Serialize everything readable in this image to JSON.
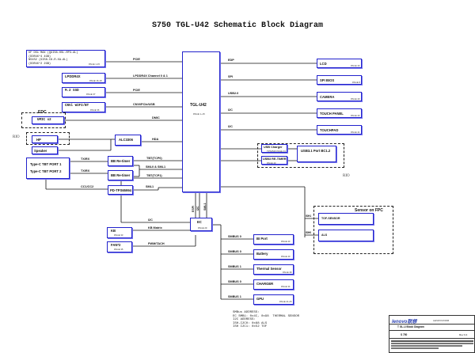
{
  "title": "S750  TGL-U42 Schematic Block Diagram",
  "cpu": {
    "label": "TGL-U42",
    "page": "PAGE 1~15"
  },
  "left_blocks": {
    "ssd_main": {
      "lines": [
        "UF DS1 MAX (QGIS8-0SL-RP3-AL)",
        "(DDR4X*4  4GB)",
        "NS4S2 (GIS8-C8-R-XA-AL)",
        "(DDR4X*2  2GB)"
      ],
      "page": "PAGE 1-15",
      "signal": "PCIE"
    },
    "lpddr": {
      "label": "LPDDR4X",
      "page": "PAGE 16-18",
      "signal": "LPDDR4X Channel 0 & 1"
    },
    "m2_ssd": {
      "label": "M.2 SSD",
      "page": "PAGE 37",
      "signal": "PCIE"
    },
    "wifi": {
      "label": "CNVi WIFI/BT",
      "page": "PAGE 36",
      "signal": "CNVi/PCIe/USB"
    },
    "emmc": {
      "label": "UMIC x2",
      "group": "EDC",
      "signal": "DMIC"
    },
    "hp": {
      "label": "HP",
      "group_side": "RIO"
    },
    "speaker": {
      "label": "Speaker"
    },
    "codec": {
      "label": "ALC3306",
      "signal": "HDA"
    },
    "typec": {
      "port1": "Type-C TBT PORT 1",
      "port2": "Type-C TBT PORT 2"
    },
    "retimer1": {
      "label": "BB Re-timer",
      "in_signal": "TX/RX",
      "out_signal": "TBT(TCP0)"
    },
    "retimer2": {
      "label": "BB Re-timer",
      "in_signal": "TX/RX",
      "out_signal": "TBT(TCP1)"
    },
    "sml_signal": "SML0 & SML1",
    "pd": {
      "label": "PD-TPS65994",
      "in_signal": "CC1/CC2",
      "out_signal": "SML1"
    }
  },
  "right_blocks": [
    {
      "label": "LCD",
      "page": "PAGE 40",
      "signal": "EDP"
    },
    {
      "label": "SPI BIOS",
      "page": "PAGE 8",
      "signal": "SPI"
    },
    {
      "label": "CAMERA",
      "page": "PAGE 40",
      "signal": "USB2.0"
    },
    {
      "label": "TOUCH PANEL",
      "page": "PAGE 40",
      "signal": "I2C"
    },
    {
      "label": "TOUCHPAD",
      "page": "PAGE 41",
      "signal": "I2C"
    }
  ],
  "usb": {
    "charger": {
      "label": "USB Charger",
      "sub": "TPS2546 PAGE 43"
    },
    "retimer": {
      "label": "USB3 RE-TIMER",
      "page": "PAGE 43"
    },
    "port": {
      "label": "USB3.1 Port BC1.2"
    },
    "side": "RIO"
  },
  "ec": {
    "label": "EC",
    "page": "PAGE 29",
    "cpu_links": [
      "ESPI",
      "I2C",
      "SML1"
    ],
    "i2c_signal": "I2C",
    "kb": {
      "label": "KB",
      "page": "PAGE 33",
      "signal": "KB Matrix"
    },
    "fan": {
      "label": "FAN*2",
      "page": "PAGE 35",
      "signal": "PWM/TACH"
    }
  },
  "smbus": [
    {
      "bus": "SMBUS 0",
      "label": "BI Port",
      "page": "PAGE 43"
    },
    {
      "bus": "SMBUS 0",
      "label": "Battery",
      "page": "PAGE 43"
    },
    {
      "bus": "SMBUS 1",
      "label": "Thermal Sensor",
      "page": "PAGE 38"
    },
    {
      "bus": "SMBUS 0",
      "label": "CHARGER",
      "page": "PAGE 34"
    },
    {
      "bus": "SMBUS 1",
      "label": "GPU",
      "page": "PAGE 21-26"
    }
  ],
  "sensor_group": {
    "title": "Sensor on FPC",
    "items": [
      {
        "label": "TOF-SENSOR",
        "bus": "ISH1"
      },
      {
        "label": "ALS",
        "bus": "ISH0"
      }
    ]
  },
  "notes": "SMBus ADDRESS:\nEC SMB1: 0x4C, 0x98  THERMAL SENSOR\nI2C ADDRESS:\nISH-I2C0: 0x88 ALS\nISH I2C1: 0x52 TOF",
  "title_block": {
    "brand": "lenovo联想",
    "company": "LENOVO/CRM",
    "doc_title": "T GL-U Block Diagram",
    "model": "S 750",
    "rev": "0.4",
    "sheet": "Rev 0.4"
  }
}
